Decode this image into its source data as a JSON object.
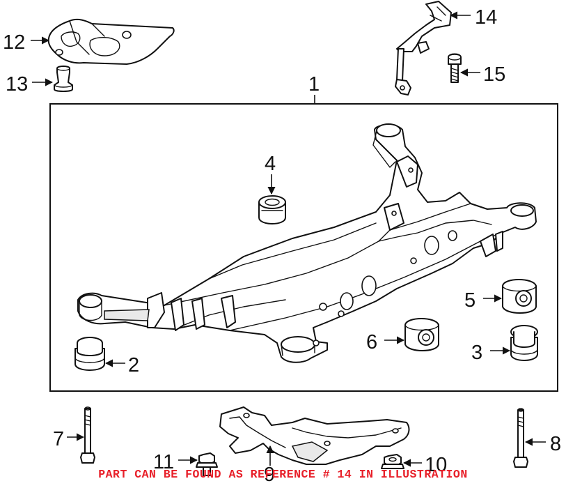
{
  "callouts": {
    "c1": "1",
    "c2": "2",
    "c3": "3",
    "c4": "4",
    "c5": "5",
    "c6": "6",
    "c7": "7",
    "c8": "8",
    "c9": "9",
    "c10": "10",
    "c11": "11",
    "c12": "12",
    "c13": "13",
    "c14": "14",
    "c15": "15"
  },
  "notice": "PART CAN BE FOUND AS REFERENCE # 14 IN ILLUSTRATION",
  "colors": {
    "line": "#111111",
    "notice": "#e8202a",
    "background": "#ffffff"
  }
}
